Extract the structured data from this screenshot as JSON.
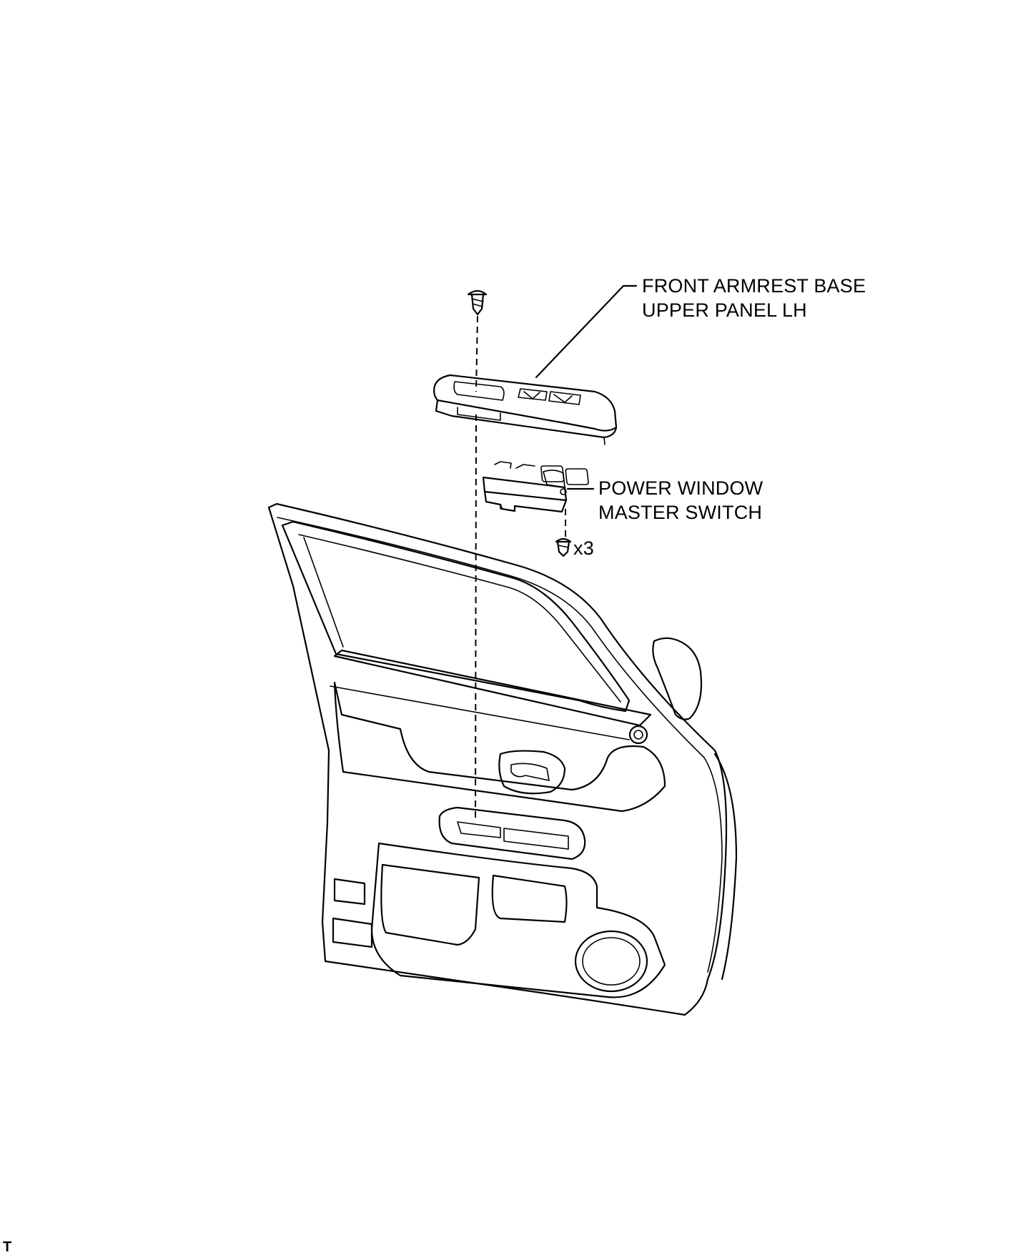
{
  "labels": {
    "armrest_panel": [
      "FRONT ARMREST BASE",
      "UPPER PANEL LH"
    ],
    "master_switch": [
      "POWER WINDOW",
      "MASTER SWITCH"
    ],
    "screw_quantity": "x3"
  },
  "corner_mark": "T"
}
